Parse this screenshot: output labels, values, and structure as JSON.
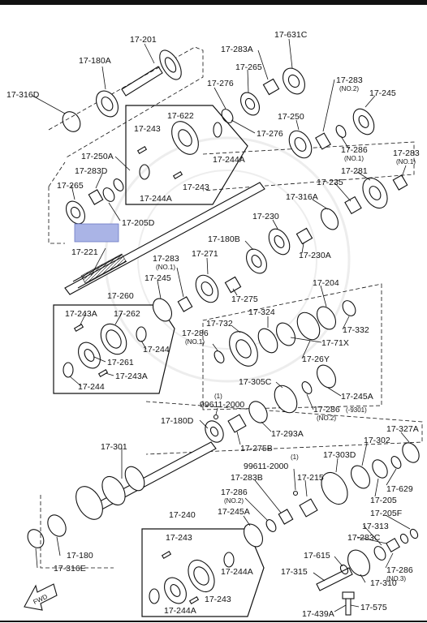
{
  "labels": {
    "p17_201": "17-201",
    "p17_180A": "17-180A",
    "p17_316D": "17-316D",
    "p17_283A": "17-283A",
    "p17_631C": "17-631C",
    "p17_265_top": "17-265",
    "p17_276_a": "17-276",
    "p17_276_b": "17-276",
    "p17_283_no2_top": "17-283",
    "no2_a": "(NO.2)",
    "p17_245_top": "17-245",
    "p17_622": "17-622",
    "p17_243_a": "17-243",
    "p17_244A_a": "17-244A",
    "p17_244A_b": "17-244A",
    "p17_243_b": "17-243",
    "p17_250": "17-250",
    "p17_250A": "17-250A",
    "p17_286_no1_top": "17-286",
    "no1_a": "(NO.1)",
    "p17_283_no1_top": "17-283",
    "no1_b": "(NO.1)",
    "p17_283D": "17-283D",
    "p17_265_left": "17-265",
    "p17_205D": "17-205D",
    "p17_235": "17-235",
    "p17_281": "17-281",
    "p17_316A": "17-316A",
    "p17_230": "17-230",
    "p17_230A": "17-230A",
    "p17_180B": "17-180B",
    "p17_221": "17-221",
    "p17_283_no1_mid": "17-283",
    "no1_c": "(NO.1)",
    "p17_271": "17-271",
    "p17_245_mid": "17-245",
    "p17_275": "17-275",
    "p17_260": "17-260",
    "p17_243A_a": "17-243A",
    "p17_262": "17-262",
    "p17_244_a": "17-244",
    "p17_261": "17-261",
    "p17_243A_b": "17-243A",
    "p17_244_b": "17-244",
    "p17_204": "17-204",
    "p17_324": "17-324",
    "p17_732": "17-732",
    "p17_332": "17-332",
    "p17_286_no1_mid": "17-286",
    "no1_d": "(NO.1)",
    "p17_71X": "17-71X",
    "p17_26Y": "17-26Y",
    "p17_305C": "17-305C",
    "p17_245A": "17-245A",
    "p99611_a_num": "(1)",
    "p99611_a": "99611-2000",
    "p17_286_no2_mid": "17-286",
    "no2_b": "(NO.2)",
    "suffix_9301": "(-9301)",
    "p17_180D": "17-180D",
    "p17_293A": "17-293A",
    "p17_275B": "17-275B",
    "p17_301": "17-301",
    "p17_327A": "17-327A",
    "p17_303D": "17-303D",
    "p17_302": "17-302",
    "p99611_b_num": "(1)",
    "p99611_b": "99611-2000",
    "p17_283B": "17-283B",
    "p17_215": "17-215",
    "p17_286_no2_low": "17-286",
    "no2_c": "(NO.2)",
    "p17_629": "17-629",
    "p17_205": "17-205",
    "p17_245A_low": "17-245A",
    "p17_205F": "17-205F",
    "p17_240": "17-240",
    "p17_313": "17-313",
    "p17_283C": "17-283C",
    "p17_243_c": "17-243",
    "p17_244A_c": "17-244A",
    "p17_615": "17-615",
    "p17_286_no3": "17-286",
    "no3": "(NO.3)",
    "p17_316E": "17-316E",
    "p17_180": "17-180",
    "p17_315": "17-315",
    "p17_310": "17-310",
    "p17_244A_d": "17-244A",
    "p17_243_d": "17-243",
    "p17_439A": "17-439A",
    "p17_575": "17-575",
    "fwd": "FWD"
  }
}
